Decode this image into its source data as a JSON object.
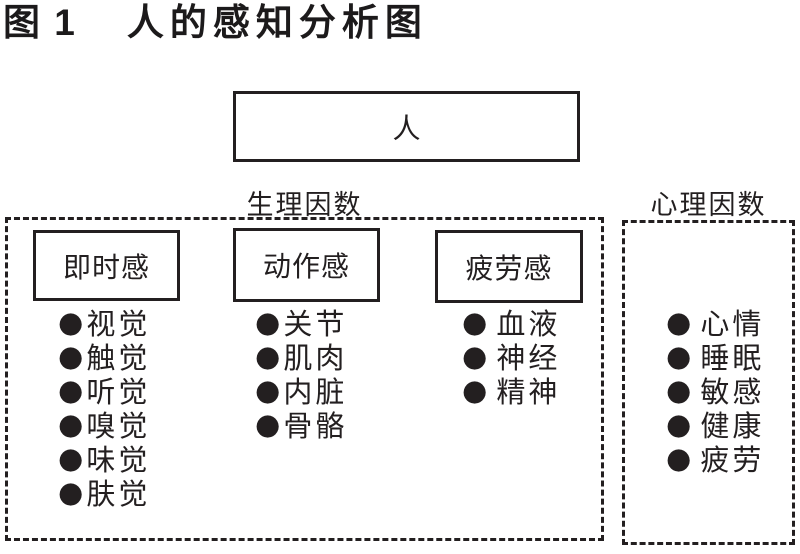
{
  "title": {
    "figure_label": "图 1",
    "text": "人的感知分析图"
  },
  "person": {
    "label": "人"
  },
  "physio": {
    "label": "生理因数",
    "columns": [
      {
        "header": "即时感",
        "items": [
          "视觉",
          "触觉",
          "听觉",
          "嗅觉",
          "味觉",
          "肤觉"
        ]
      },
      {
        "header": "动作感",
        "items": [
          "关节",
          "肌肉",
          "内脏",
          "骨骼"
        ]
      },
      {
        "header": "疲劳感",
        "items": [
          "血液",
          "神经",
          "精神"
        ]
      }
    ]
  },
  "psych": {
    "label": "心理因数",
    "items": [
      "心情",
      "睡眠",
      "敏感",
      "健康",
      "疲劳"
    ]
  },
  "glyphs": {
    "bullet": "●"
  },
  "colors": {
    "ink": "#231f20",
    "background": "#ffffff"
  }
}
